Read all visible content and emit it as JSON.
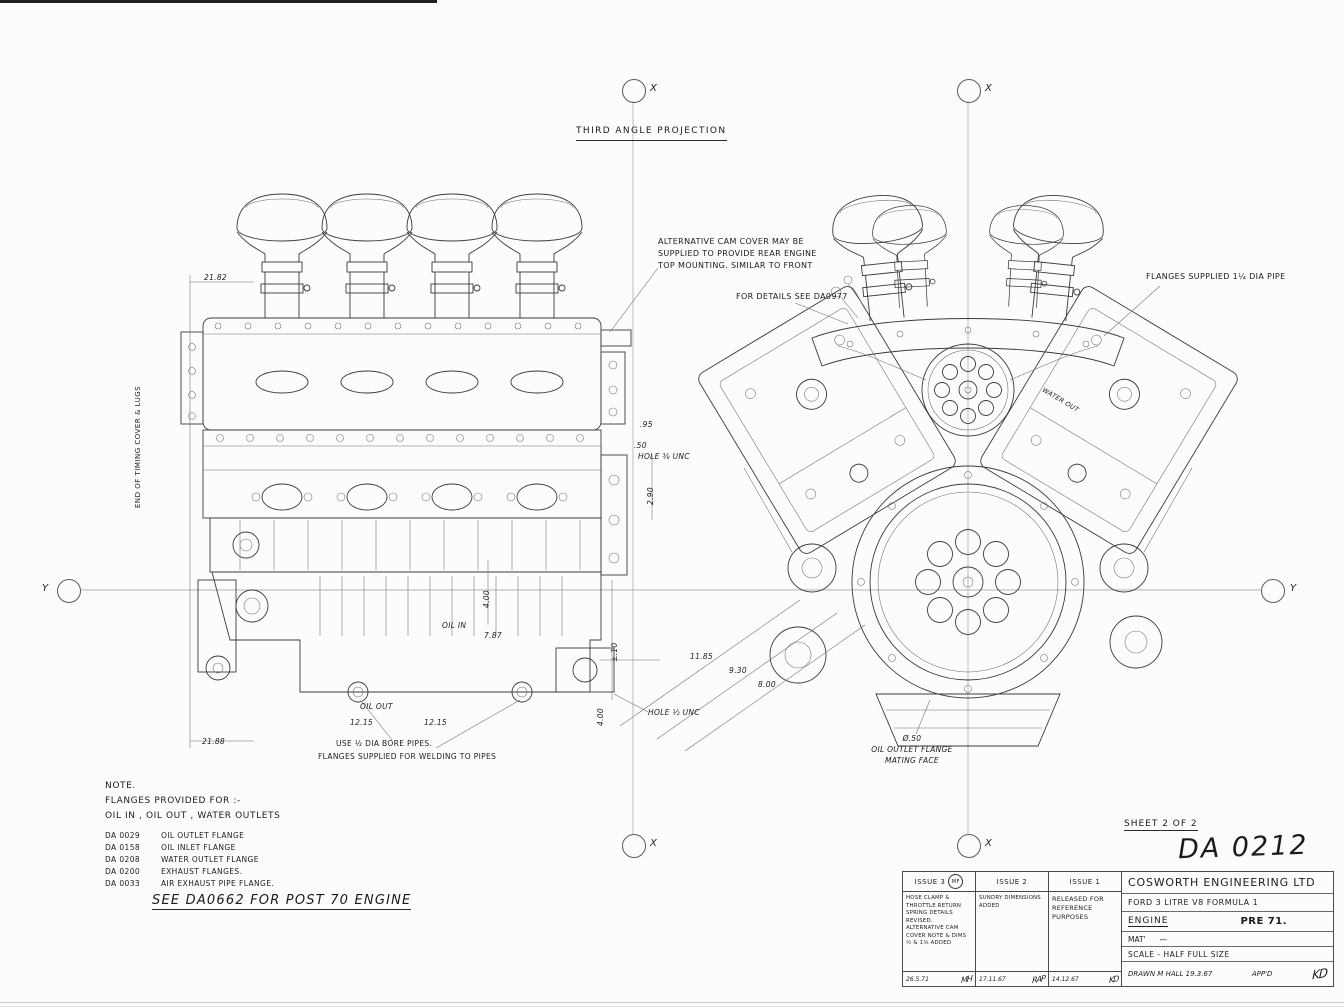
{
  "drawing": {
    "projection": "THIRD ANGLE PROJECTION",
    "sheet": "SHEET 2 OF 2",
    "number": "DA 0212",
    "see_also": "SEE DA0662 FOR POST 70 ENGINE"
  },
  "registration": {
    "x": "X",
    "y": "Y"
  },
  "annotations": {
    "cam_cover_note": "ALTERNATIVE CAM COVER MAY BE\nSUPPLIED TO PROVIDE REAR ENGINE\nTOP MOUNTING. SIMILAR TO FRONT",
    "details_note": "FOR DETAILS SEE DA0977",
    "flanges_pipe": "FLANGES SUPPLIED 1¼ DIA PIPE",
    "end_of_timing": "END OF TIMING COVER & LUGS",
    "use_pipes_l1": "USE ½ DIA BORE PIPES.",
    "use_pipes_l2": "FLANGES SUPPLIED FOR WELDING TO PIPES",
    "oil_outlet_flange": "Ø.50\nOIL OUTLET FLANGE\nMATING FACE",
    "oil_in": "OIL IN",
    "oil_out": "OIL OUT",
    "water_out": "WATER OUT",
    "hole_38": "HOLE ⅜ UNC",
    "hole_12": "HOLE ½ UNC"
  },
  "dims": {
    "d2182": "21.82",
    "d2188": "21.88",
    "d095": ".95",
    "d050": ".50",
    "d290": "2.90",
    "d400a": "4.00",
    "d400b": "4.00",
    "d787": "7.87",
    "dpm10": "±.10",
    "d1215a": "12.15",
    "d1215b": "12.15",
    "d1185": "11.85",
    "d930": "9.30",
    "d800": "8.00"
  },
  "note": {
    "title": "NOTE.",
    "line1": "FLANGES PROVIDED FOR :-",
    "line2": "OIL IN , OIL OUT , WATER OUTLETS",
    "items": [
      {
        "ref": "DA 0029",
        "desc": "OIL OUTLET FLANGE"
      },
      {
        "ref": "DA 0158",
        "desc": "OIL INLET FLANGE"
      },
      {
        "ref": "DA 0208",
        "desc": "WATER OUTLET FLANGE"
      },
      {
        "ref": "DA 0200",
        "desc": "EXHAUST FLANGES."
      },
      {
        "ref": "DA 0033",
        "desc": "AIR EXHAUST PIPE FLANGE."
      }
    ]
  },
  "title_block": {
    "company": "COSWORTH ENGINEERING LTD",
    "title1": "FORD 3 LITRE V8 FORMULA 1",
    "title2": "ENGINE",
    "era": "PRE 71.",
    "material_label": "MAT'",
    "material_value": "—",
    "scale": "SCALE - HALF FULL SIZE",
    "drawn": "DRAWN  M HALL  19.3.67",
    "approved_label": "APP'D",
    "approved_sig": "KD",
    "issues": [
      {
        "label": "ISSUE 3",
        "badge": "MF",
        "note": "HOSE CLAMP & THROTTLE RETURN SPRING DETAILS REVISED. ALTERNATIVE CAM COVER NOTE & DIMS ½ & 1⅛ ADDED",
        "date": "26.5.71",
        "sig": "MH"
      },
      {
        "label": "ISSUE 2",
        "note": "SUNDRY DIMENSIONS ADDED",
        "date": "17.11.67",
        "sig": "RAP"
      },
      {
        "label": "ISSUE 1",
        "note": "RELEASED FOR REFERENCE PURPOSES",
        "date": "14.12.67",
        "sig": "KD"
      }
    ]
  }
}
